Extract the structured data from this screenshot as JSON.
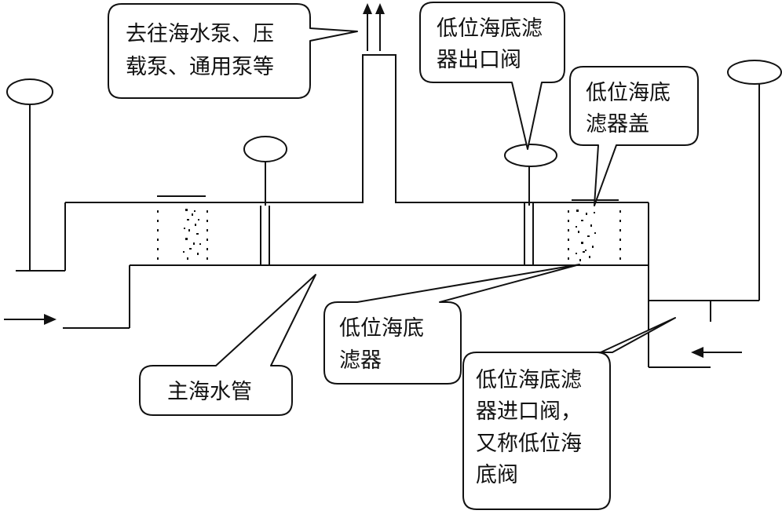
{
  "labels": {
    "pumps_line1": "去往海水泵、压",
    "pumps_line2": "载泵、通用泵等",
    "outlet_valve_line1": "低位海底滤",
    "outlet_valve_line2": "器出口阀",
    "cover_line1": "低位海底",
    "cover_line2": "滤器盖",
    "filter_line1": "低位海底",
    "filter_line2": "滤器",
    "main_pipe": "主海水管",
    "inlet_valve_line1": "低位海底滤",
    "inlet_valve_line2": "器进口阀，",
    "inlet_valve_line3": "又称低位海",
    "inlet_valve_line4": "底阀"
  }
}
